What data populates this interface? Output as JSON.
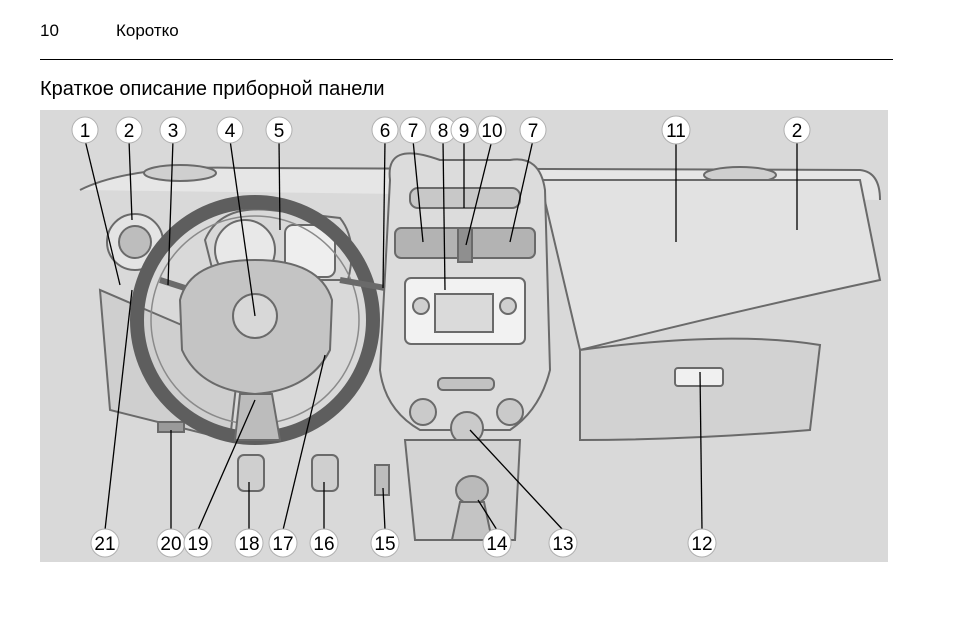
{
  "header": {
    "page_number": "10",
    "running_title": "Коротко"
  },
  "section": {
    "title": "Краткое описание приборной панели"
  },
  "figure": {
    "top_callouts": [
      "1",
      "2",
      "3",
      "4",
      "5",
      "6",
      "7",
      "8",
      "9",
      "10",
      "7",
      "11",
      "2"
    ],
    "bottom_callouts": [
      "21",
      "20",
      "19",
      "18",
      "17",
      "16",
      "15",
      "14",
      "13",
      "12"
    ]
  },
  "colors": {
    "figure_background": "#d9d9d9",
    "line_art": "#5a5a5a",
    "callout_bubble": "#ffffff"
  }
}
